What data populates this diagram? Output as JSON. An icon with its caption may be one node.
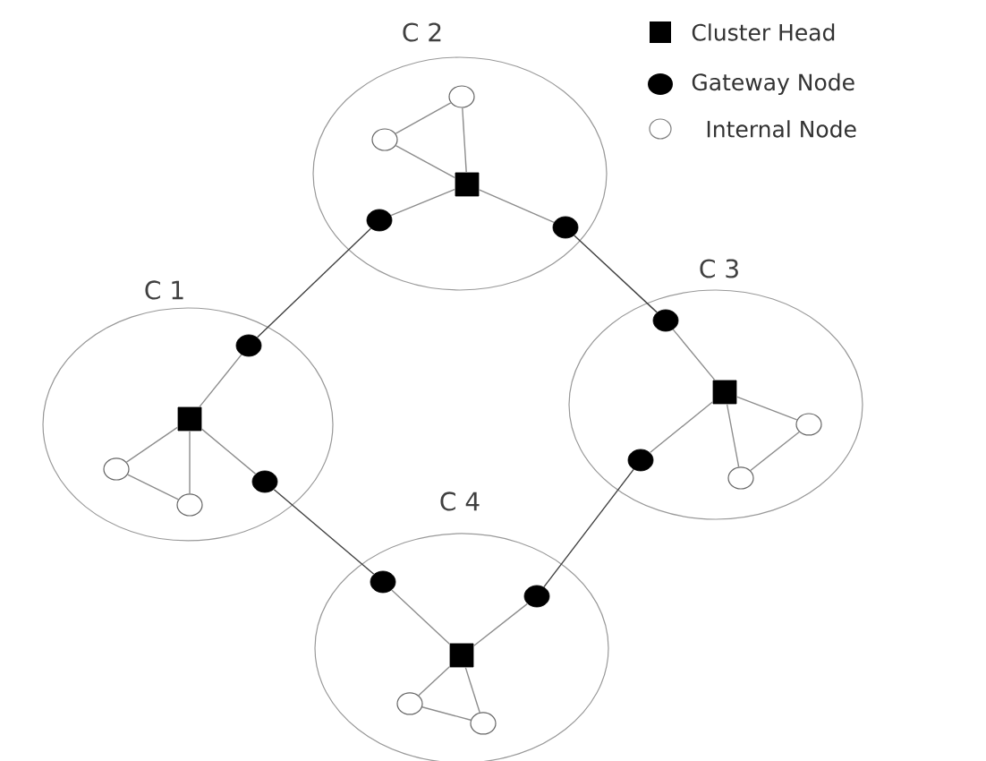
{
  "diagram": {
    "nodes": [
      {
        "text": [
          "C 2"
        ]
      },
      {
        "text": [],
        "shape": "box",
        "in": 0
      },
      {
        "text": [],
        "shape": "circle",
        "in": 0
      },
      {
        "text": [],
        "shape": "circle",
        "in": 0
      },
      {
        "text": [],
        "shape": "circle",
        "in": 0
      },
      {
        "text": [],
        "shape": "circle",
        "in": 0
      },
      {
        "text": [
          "C 1"
        ]
      },
      {
        "text": [],
        "shape": "circle",
        "in": 6
      },
      {
        "text": [],
        "shape": "box",
        "in": 6
      },
      {
        "text": [],
        "shape": "circle",
        "in": 6
      },
      {
        "text": [],
        "shape": "circle",
        "in": 6
      },
      {
        "text": [],
        "shape": "circle",
        "in": 6
      },
      {
        "text": [
          "C 3"
        ]
      },
      {
        "text": [],
        "shape": "circle",
        "in": 12
      },
      {
        "text": [],
        "shape": "box",
        "in": 12
      },
      {
        "text": [],
        "shape": "circle",
        "in": 12
      },
      {
        "text": [],
        "shape": "circle",
        "in": 12
      },
      {
        "text": [],
        "shape": "circle",
        "in": 12
      },
      {
        "text": [
          "C 4"
        ]
      },
      {
        "text": [],
        "shape": "circle",
        "in": 18
      },
      {
        "text": [],
        "shape": "circle",
        "in": 18
      },
      {
        "text": [],
        "shape": "box",
        "in": 18
      },
      {
        "text": [],
        "shape": "circle",
        "in": 18
      },
      {
        "text": [],
        "shape": "circle",
        "in": 18
      }
    ],
    "edges": [
      {
        "from": 1,
        "to": 2,
        "arrow": "none"
      },
      {
        "from": 1,
        "to": 3,
        "arrow": "none"
      },
      {
        "from": 2,
        "to": 3,
        "arrow": "none"
      },
      {
        "from": 1,
        "to": 4,
        "arrow": "none"
      },
      {
        "from": 1,
        "to": 5,
        "arrow": "none"
      },
      {
        "from": 8,
        "to": 7,
        "arrow": "none"
      },
      {
        "from": 8,
        "to": 9,
        "arrow": "none"
      },
      {
        "from": 8,
        "to": 10,
        "arrow": "none"
      },
      {
        "from": 9,
        "to": 10,
        "arrow": "none"
      },
      {
        "from": 8,
        "to": 11,
        "arrow": "none"
      },
      {
        "from": 14,
        "to": 13,
        "arrow": "none"
      },
      {
        "from": 14,
        "to": 15,
        "arrow": "none"
      },
      {
        "from": 14,
        "to": 17,
        "arrow": "none"
      },
      {
        "from": 15,
        "to": 17,
        "arrow": "none"
      },
      {
        "from": 14,
        "to": 16,
        "arrow": "none"
      },
      {
        "from": 21,
        "to": 19,
        "arrow": "none"
      },
      {
        "from": 21,
        "to": 20,
        "arrow": "none"
      },
      {
        "from": 21,
        "to": 22,
        "arrow": "none"
      },
      {
        "from": 21,
        "to": 23,
        "arrow": "none"
      },
      {
        "from": 22,
        "to": 23,
        "arrow": "none"
      },
      {
        "from": 4,
        "to": 7,
        "arrow": "none",
        "color": "#404040"
      },
      {
        "from": 5,
        "to": 13,
        "arrow": "none",
        "color": "#404040"
      },
      {
        "from": 11,
        "to": 19,
        "arrow": "none",
        "color": "#404040"
      },
      {
        "from": 16,
        "to": 20,
        "arrow": "none",
        "color": "#404040"
      }
    ],
    "legend": [
      {
        "text": "Cluster Head"
      },
      {
        "text": "Gateway Node"
      },
      {
        "text": "Internal Node"
      }
    ]
  }
}
